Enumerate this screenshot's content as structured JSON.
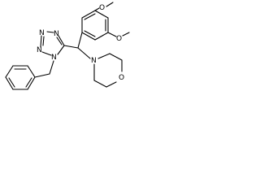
{
  "molecule": {
    "atoms": {
      "o_methoxy_top": "O",
      "o_methoxy_side": "O",
      "n_tetrazole_1": "N",
      "n_tetrazole_2": "N",
      "n_tetrazole_3": "N",
      "n_tetrazole_4": "N",
      "n_morpholine": "N",
      "o_morpholine": "O"
    },
    "colors": {
      "bond": "#000000",
      "label": "#000000",
      "background": "#ffffff"
    }
  }
}
